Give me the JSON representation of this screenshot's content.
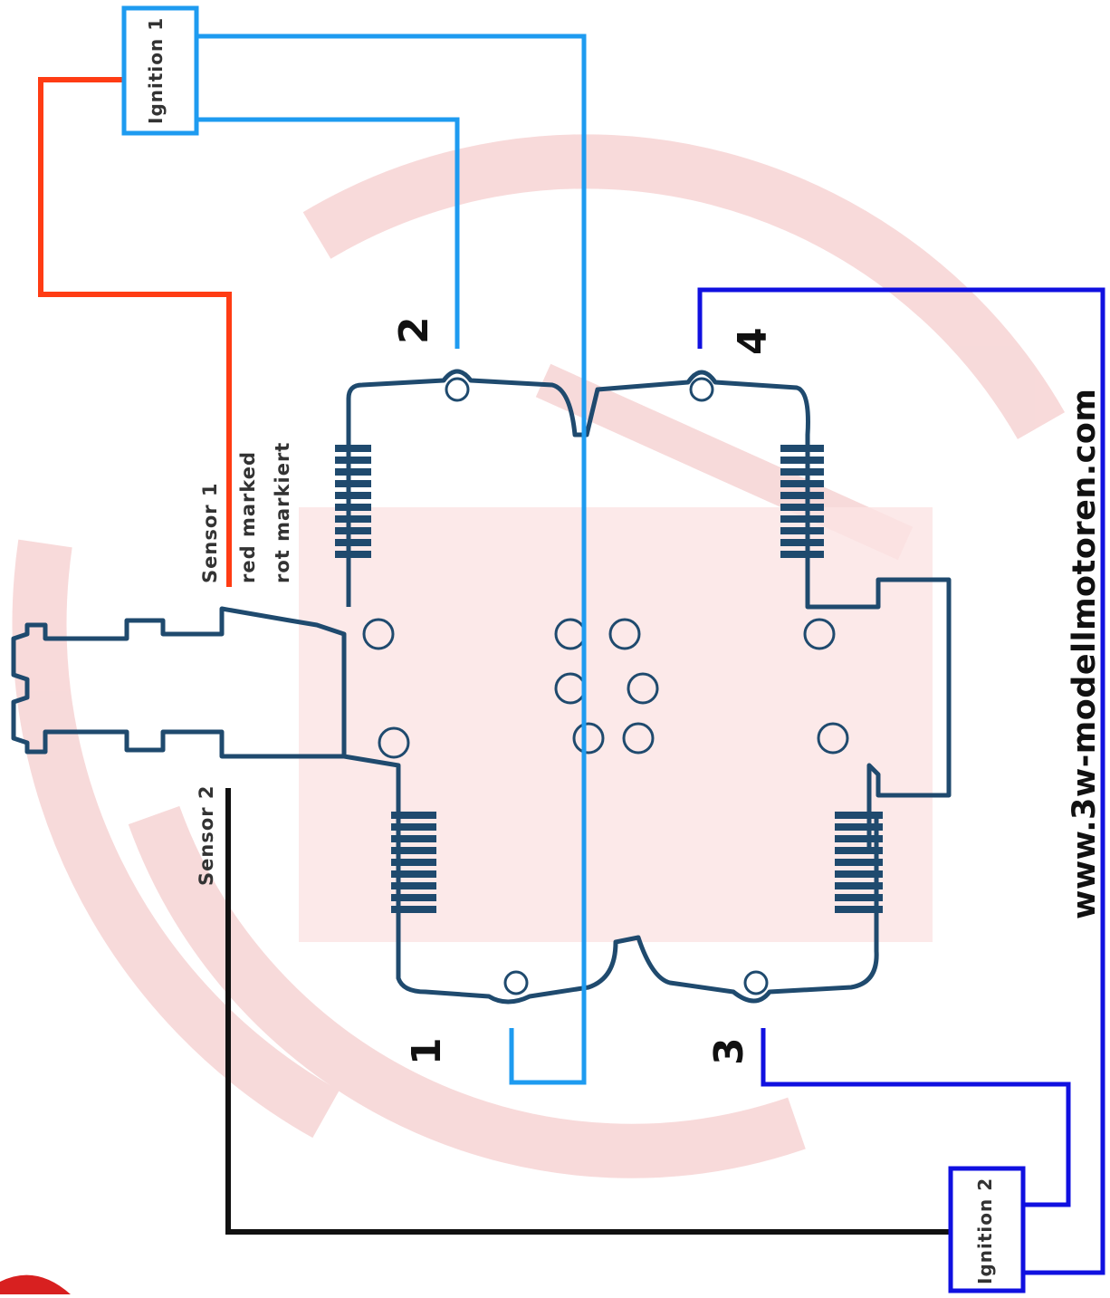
{
  "ignitions": [
    {
      "id": "ignition-1",
      "label": "Ignition 1",
      "color": "#1e9bf0"
    },
    {
      "id": "ignition-2",
      "label": "Ignition 2",
      "color": "#1010e0"
    }
  ],
  "sensors": {
    "sensor1": {
      "title": "Sensor 1",
      "line1": "red marked",
      "line2": "rot markiert",
      "wire_color": "#ff3c14"
    },
    "sensor2": {
      "title": "Sensor 2",
      "wire_color": "#111111"
    }
  },
  "cylinders": [
    "1",
    "2",
    "3",
    "4"
  ],
  "website": "www.3w-modellmotoren.com",
  "colors": {
    "engine_outline": "#1f4a6e",
    "watermark": "#f4c4c4",
    "ignition1_wire": "#1e9bf0",
    "ignition2_wire": "#1010e0"
  }
}
